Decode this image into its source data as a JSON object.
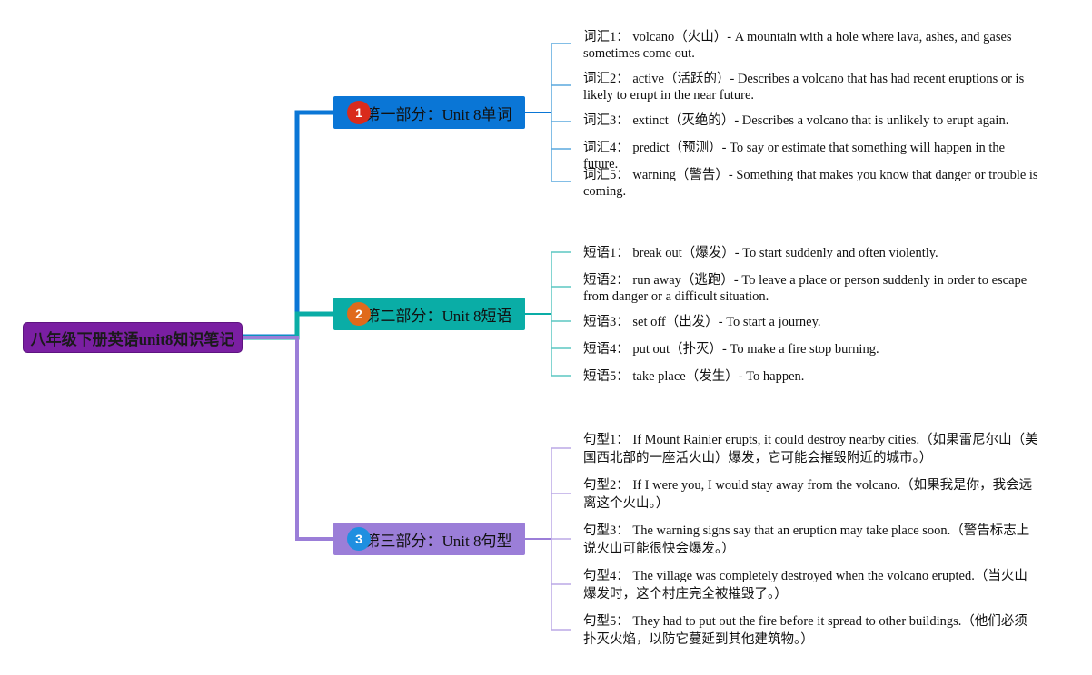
{
  "root": {
    "label": "八年级下册英语unit8知识笔记",
    "color": "#7a1fa2"
  },
  "branches": [
    {
      "label": "第一部分：Unit 8单词",
      "badge": "1",
      "color": "#0a76d6",
      "badge_color": "#d92b1c",
      "line_color": "#0a76d6",
      "leaf_line_color": "#5aa9de",
      "leaves": [
        "词汇1： volcano（火山）- A mountain with a hole where lava, ashes, and gases sometimes come out.",
        "词汇2： active（活跃的）- Describes a volcano that has had recent eruptions or is likely to erupt in the near future.",
        "词汇3： extinct（灭绝的）- Describes a volcano that is unlikely to erupt again.",
        "词汇4： predict（预测）- To say or estimate that something will happen in the future.",
        "词汇5： warning（警告）- Something that makes you know that danger or trouble is coming."
      ]
    },
    {
      "label": "第二部分：Unit 8短语",
      "badge": "2",
      "color": "#0aada6",
      "badge_color": "#e06a1b",
      "line_color": "#0aada6",
      "leaf_line_color": "#5cc7c2",
      "leaves": [
        "短语1： break out（爆发）- To start suddenly and often violently.",
        "短语2： run away（逃跑）- To leave a place or person suddenly in order to escape from danger or a difficult situation.",
        "短语3： set off（出发）- To start a journey.",
        "短语4： put out（扑灭）- To make a fire stop burning.",
        "短语5： take place（发生）- To happen."
      ]
    },
    {
      "label": "第三部分：Unit 8句型",
      "badge": "3",
      "color": "#9b7ed8",
      "badge_color": "#1f8fe0",
      "line_color": "#9b7ed8",
      "leaf_line_color": "#bba9e6",
      "leaves": [
        "句型1： If Mount Rainier erupts, it could destroy nearby cities.（如果雷尼尔山（美国西北部的一座活火山）爆发，它可能会摧毁附近的城市。）",
        "句型2： If I were you, I would stay away from the volcano.（如果我是你，我会远离这个火山。）",
        "句型3： The warning signs say that an eruption may take place soon.（警告标志上说火山可能很快会爆发。）",
        "句型4： The village was completely destroyed when the volcano erupted.（当火山爆发时，这个村庄完全被摧毁了。）",
        "句型5： They had to put out the fire before it spread to other buildings.（他们必须扑灭火焰，以防它蔓延到其他建筑物。）"
      ]
    }
  ]
}
